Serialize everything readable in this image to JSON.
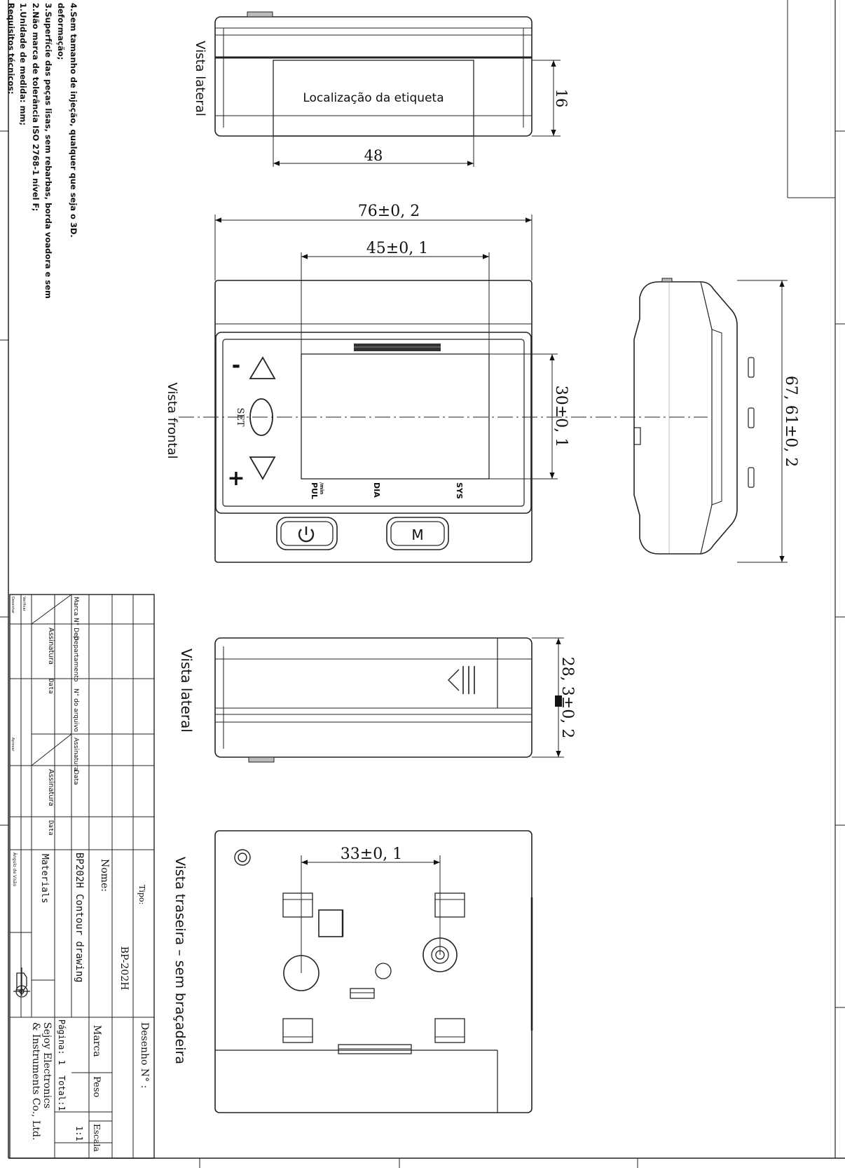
{
  "technical_requirements": {
    "heading": "Requisitos técnicos:",
    "items": [
      "1.Unidade de medida: mm;",
      "2.Não marca de tolerância ISO 2768-1 nível F;",
      "3.Superfície das peças lisas, sem rebarbas, borda voadora e sem",
      "deformação;",
      "4.Sem tamanho de injeção, qualquer que seja o 3D."
    ]
  },
  "views": {
    "side_top": "Vista lateral",
    "front": "Vista frontal",
    "side_bottom": "Vista lateral",
    "back": "Vista traseira – sem braçadeira"
  },
  "label_area": "Localização da etiqueta",
  "dimensions": {
    "label_height": "16",
    "label_width": "48",
    "overall_width": "76±0, 2",
    "display_width": "45±0, 1",
    "display_height": "30±0, 1",
    "overall_height": "67, 61±0, 2",
    "depth": "28, 3±0, 2",
    "hole_spacing": "33±0, 1"
  },
  "device": {
    "minus": "-",
    "plus": "+",
    "set": "SET",
    "pul": "PUL",
    "pul_sub": "/min",
    "dia": "DIA",
    "sys": "SYS",
    "memory_button": "M",
    "power_icon": "power-icon"
  },
  "title_block": {
    "tipo_label": "Tipo:",
    "tipo_value": "BP-202H",
    "desenho_label": "Desenho N° :",
    "nome_label": "Nome:",
    "nome_value": "BP202H Contour drawing",
    "marca_label": "Marca",
    "peso_label": "Peso",
    "escala_label": "Escala",
    "escala_value": "1:1",
    "pagina": "Página: 1",
    "total": "Total:1",
    "materials": "Materials",
    "angulo": "Ângulo de Visão",
    "company_1": "Sejoy Electronics",
    "company_2": "& Instruments Co., Ltd.",
    "col_marca": "Marca",
    "col_no_dep": "N° Dep",
    "col_departamento": "Departamento",
    "col_no_arquivo": "N° do arquivo",
    "col_assinatura": "Assinatura",
    "col_data": "Data",
    "assinatura_1": "Assinatura",
    "data_1": "Data",
    "assinatura_2": "Assinatura",
    "data_2": "Data",
    "desenhar": "Desenhar",
    "verificar": "Verificar",
    "aprovar": "Aprovar"
  }
}
